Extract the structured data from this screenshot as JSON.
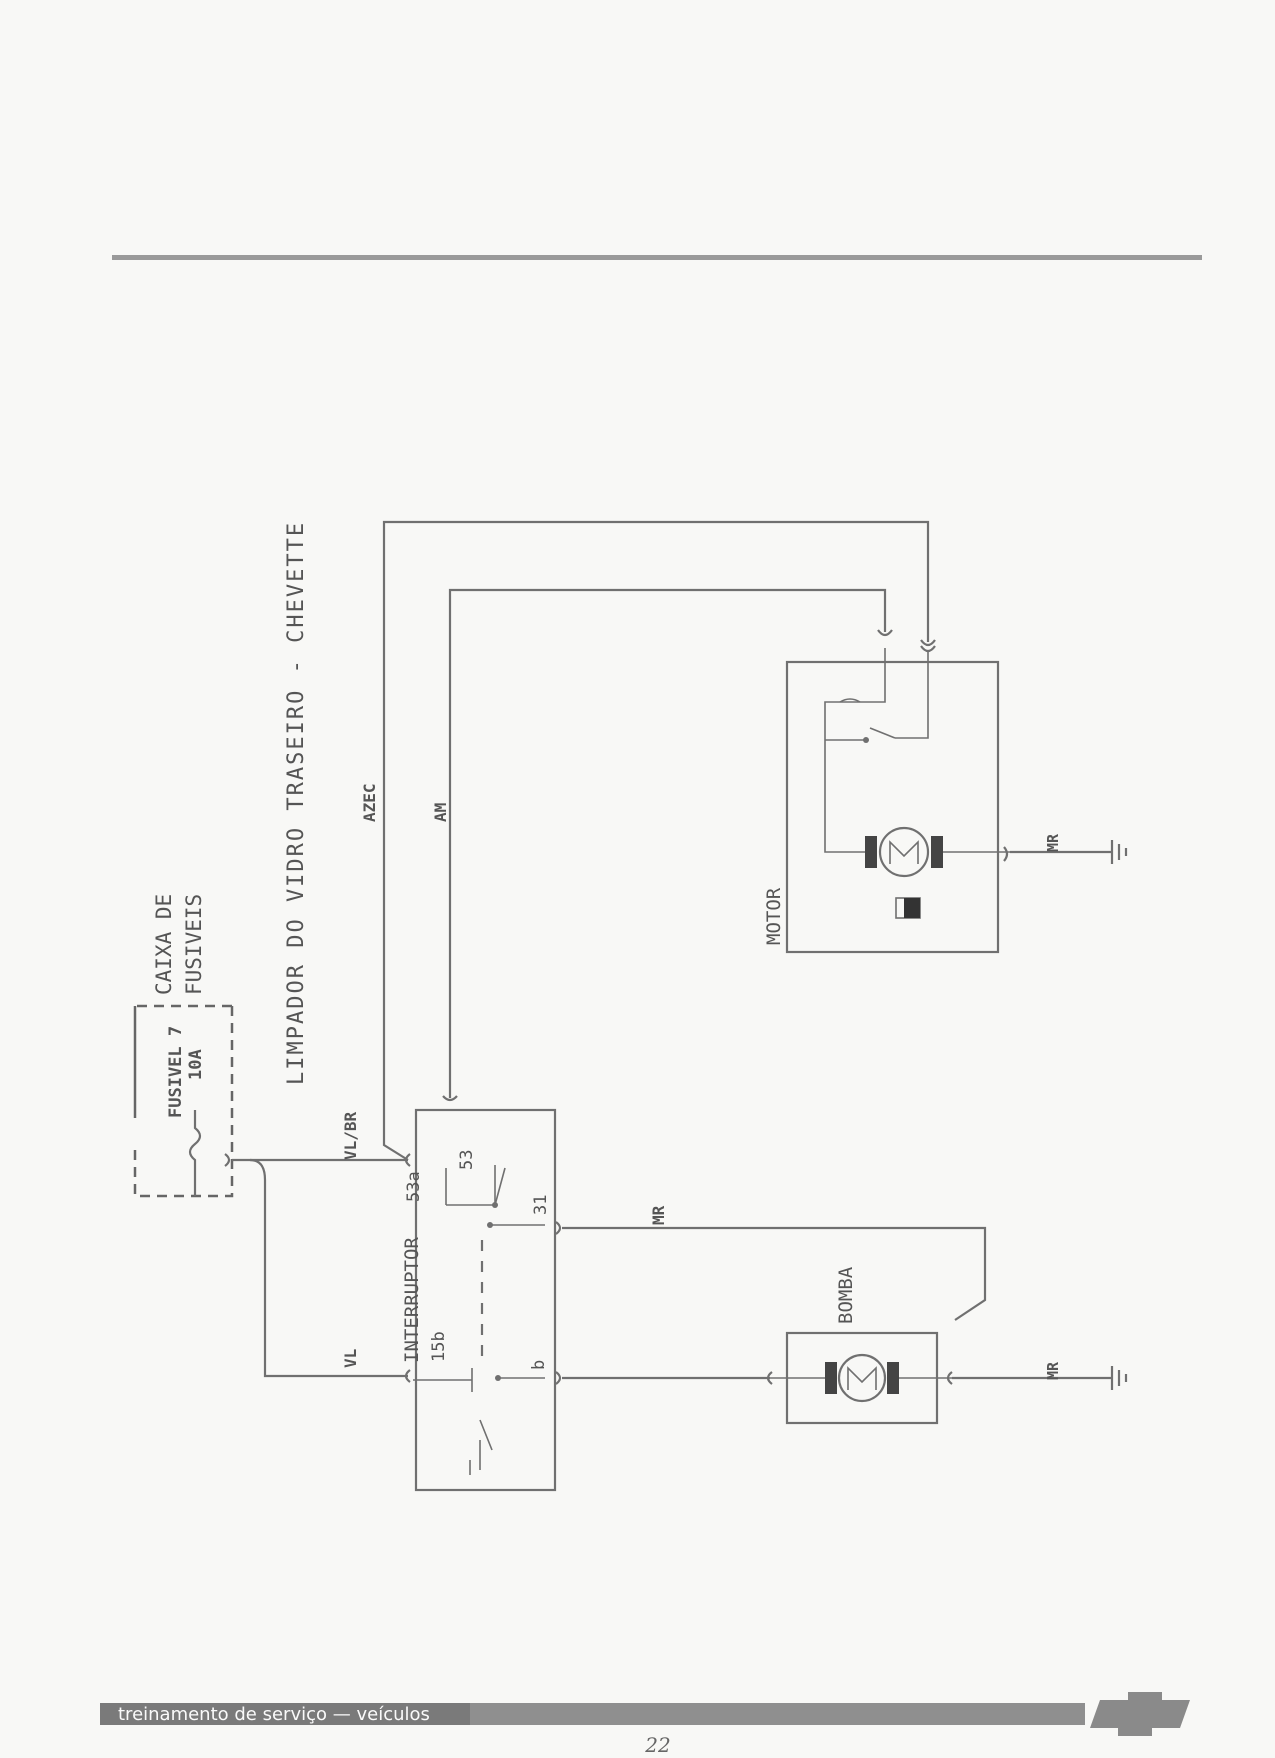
{
  "diagram": {
    "title": "LIMPADOR DO VIDRO TRASEIRO - CHEVETTE",
    "fuse_box_label_line1": "CAIXA DE",
    "fuse_box_label_line2": "FUSIVEIS",
    "fuse_label_line1": "FUSIVEL 7",
    "fuse_label_line2": "10A",
    "switch_label": "INTERRUPTOR",
    "motor_label": "MOTOR",
    "pump_label": "BOMBA",
    "terminals": {
      "t53": "53",
      "t53a": "53a",
      "t31": "31",
      "t15b": "15b",
      "tb": "b"
    },
    "wire_colors": {
      "azec": "AZEC",
      "am": "AM",
      "vl_br": "VL/BR",
      "vl": "VL",
      "mr_switch": "MR",
      "mr_motor": "MR",
      "mr_pump": "MR"
    }
  },
  "footer": {
    "banner_text": "treinamento de serviço — veículos",
    "page_number": "22"
  }
}
